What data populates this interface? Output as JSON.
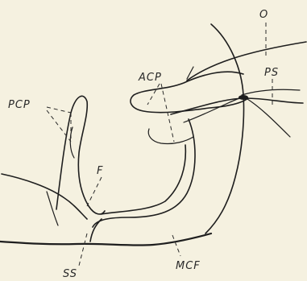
{
  "labels": {
    "o": "O",
    "acp": "ACP",
    "ps": "PS",
    "pcp": "PCP",
    "f": "F",
    "ss": "SS",
    "mcf": "MCF"
  },
  "colors": {
    "background": "#f5f1e0",
    "ink": "#1e1e1e"
  }
}
